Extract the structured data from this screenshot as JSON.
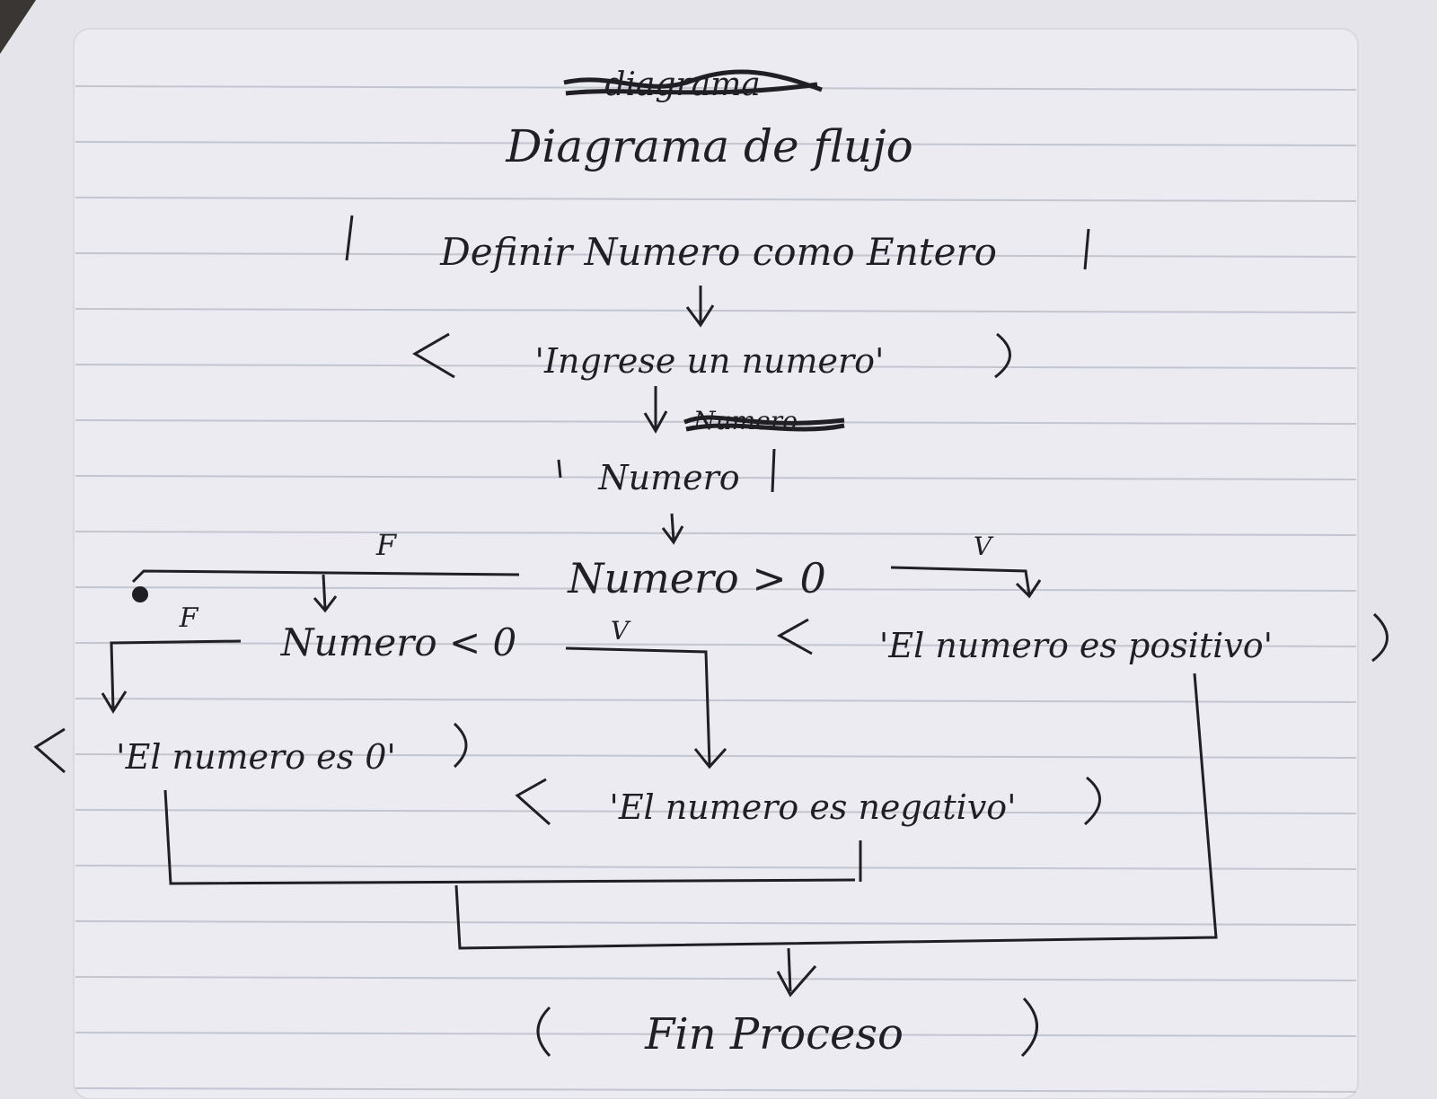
{
  "page": {
    "crossed_out_word": "diagrama",
    "title": "Diagrama de flujo"
  },
  "flow": {
    "declare": "Definir Numero como Entero",
    "prompt": "'Ingrese un numero'",
    "crossed_out_next": "Numero",
    "read": "Numero",
    "cond1": "Numero > 0",
    "cond2": "Numero < 0",
    "label_false_1": "F",
    "label_false_2": "F",
    "label_true_1": "V",
    "label_true_2": "V",
    "out_positive": "'El numero es positivo'",
    "out_negative": "'El numero es negativo'",
    "out_zero": "'El numero es 0'",
    "end": "Fin Proceso"
  },
  "colors": {
    "paper": "#e9e9ef",
    "rule_line": "#c5c7d2",
    "ink": "#1f1f24"
  }
}
